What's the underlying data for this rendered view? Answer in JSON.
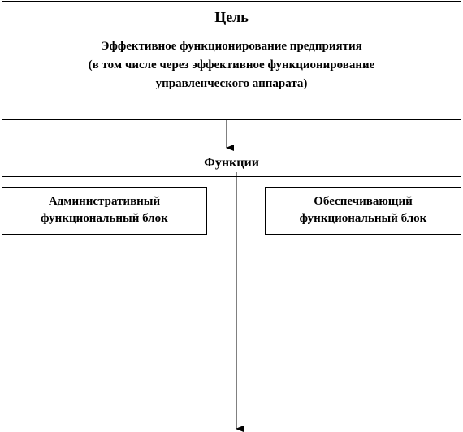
{
  "goal": {
    "title": "Цель",
    "lines": [
      "Эффективное функционирование предприятия",
      "(в том числе через эффективное функционирование",
      "управленческого аппарата)"
    ]
  },
  "functions": {
    "title": "Функции"
  },
  "blocks": [
    {
      "lines": [
        "Административный",
        "функциональный блок"
      ]
    },
    {
      "lines": [
        "Обеспечивающий",
        "функциональный блок"
      ]
    }
  ]
}
